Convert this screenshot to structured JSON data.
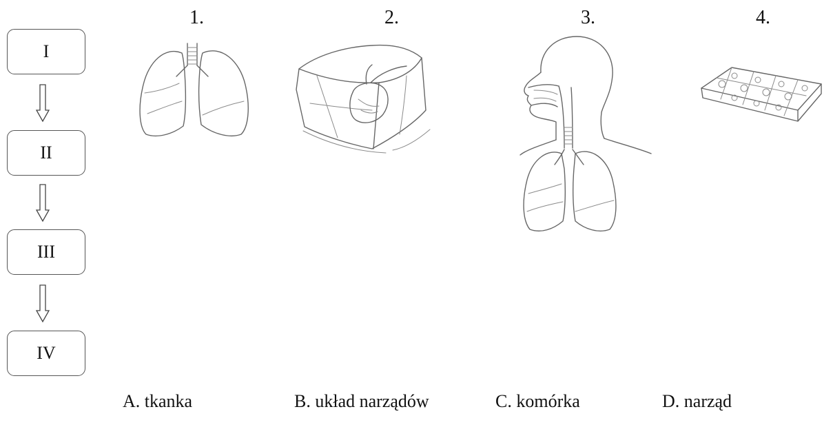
{
  "levels": [
    {
      "label": "I"
    },
    {
      "label": "II"
    },
    {
      "label": "III"
    },
    {
      "label": "IV"
    }
  ],
  "pictures": [
    {
      "number": "1.",
      "icon": "lungs-icon"
    },
    {
      "number": "2.",
      "icon": "tissue-cube-icon"
    },
    {
      "number": "3.",
      "icon": "respiratory-system-icon"
    },
    {
      "number": "4.",
      "icon": "cells-icon"
    }
  ],
  "options": [
    {
      "text": "A. tkanka"
    },
    {
      "text": "B. układ narządów"
    },
    {
      "text": "C. komórka"
    },
    {
      "text": "D. narząd"
    }
  ],
  "colors": {
    "line": "#555555",
    "text": "#111111"
  }
}
